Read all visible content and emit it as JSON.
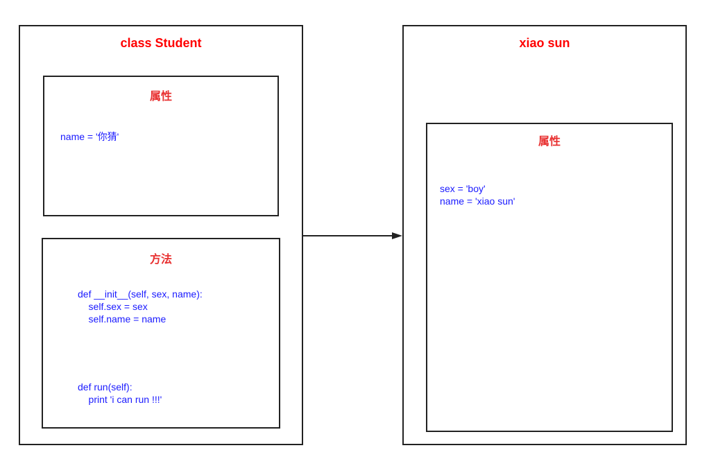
{
  "class_box": {
    "title": "class Student",
    "attrs": {
      "title": "属性",
      "code": "name = '你猜'"
    },
    "methods": {
      "title": "方法",
      "code1": "def __init__(self, sex, name):\n    self.sex = sex\n    self.name = name",
      "code2": "def run(self):\n    print 'i can run !!!'"
    }
  },
  "instance_box": {
    "title": "xiao sun",
    "attrs": {
      "title": "属性",
      "code": "sex = 'boy'\nname = 'xiao sun'"
    }
  }
}
